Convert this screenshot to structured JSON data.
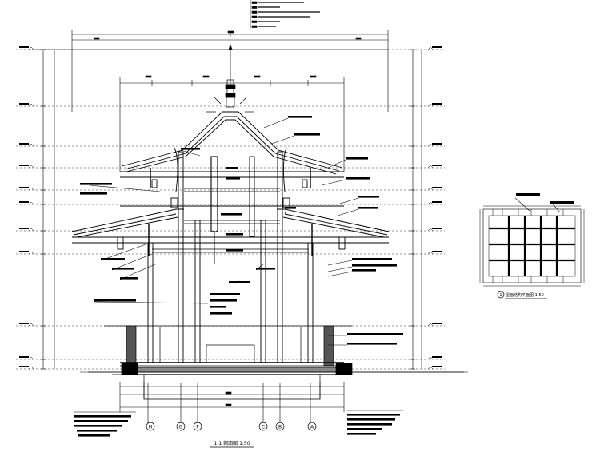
{
  "drawing": {
    "title": "1-1 剖面图 1:50",
    "grid_axes": [
      "H",
      "G",
      "F",
      "C",
      "B",
      "A"
    ],
    "detail": {
      "title": "屋面结构平面图 1:50",
      "marker": "1"
    }
  },
  "colors": {
    "ink": "#000000",
    "fill": "#000000",
    "paper": "#ffffff"
  }
}
